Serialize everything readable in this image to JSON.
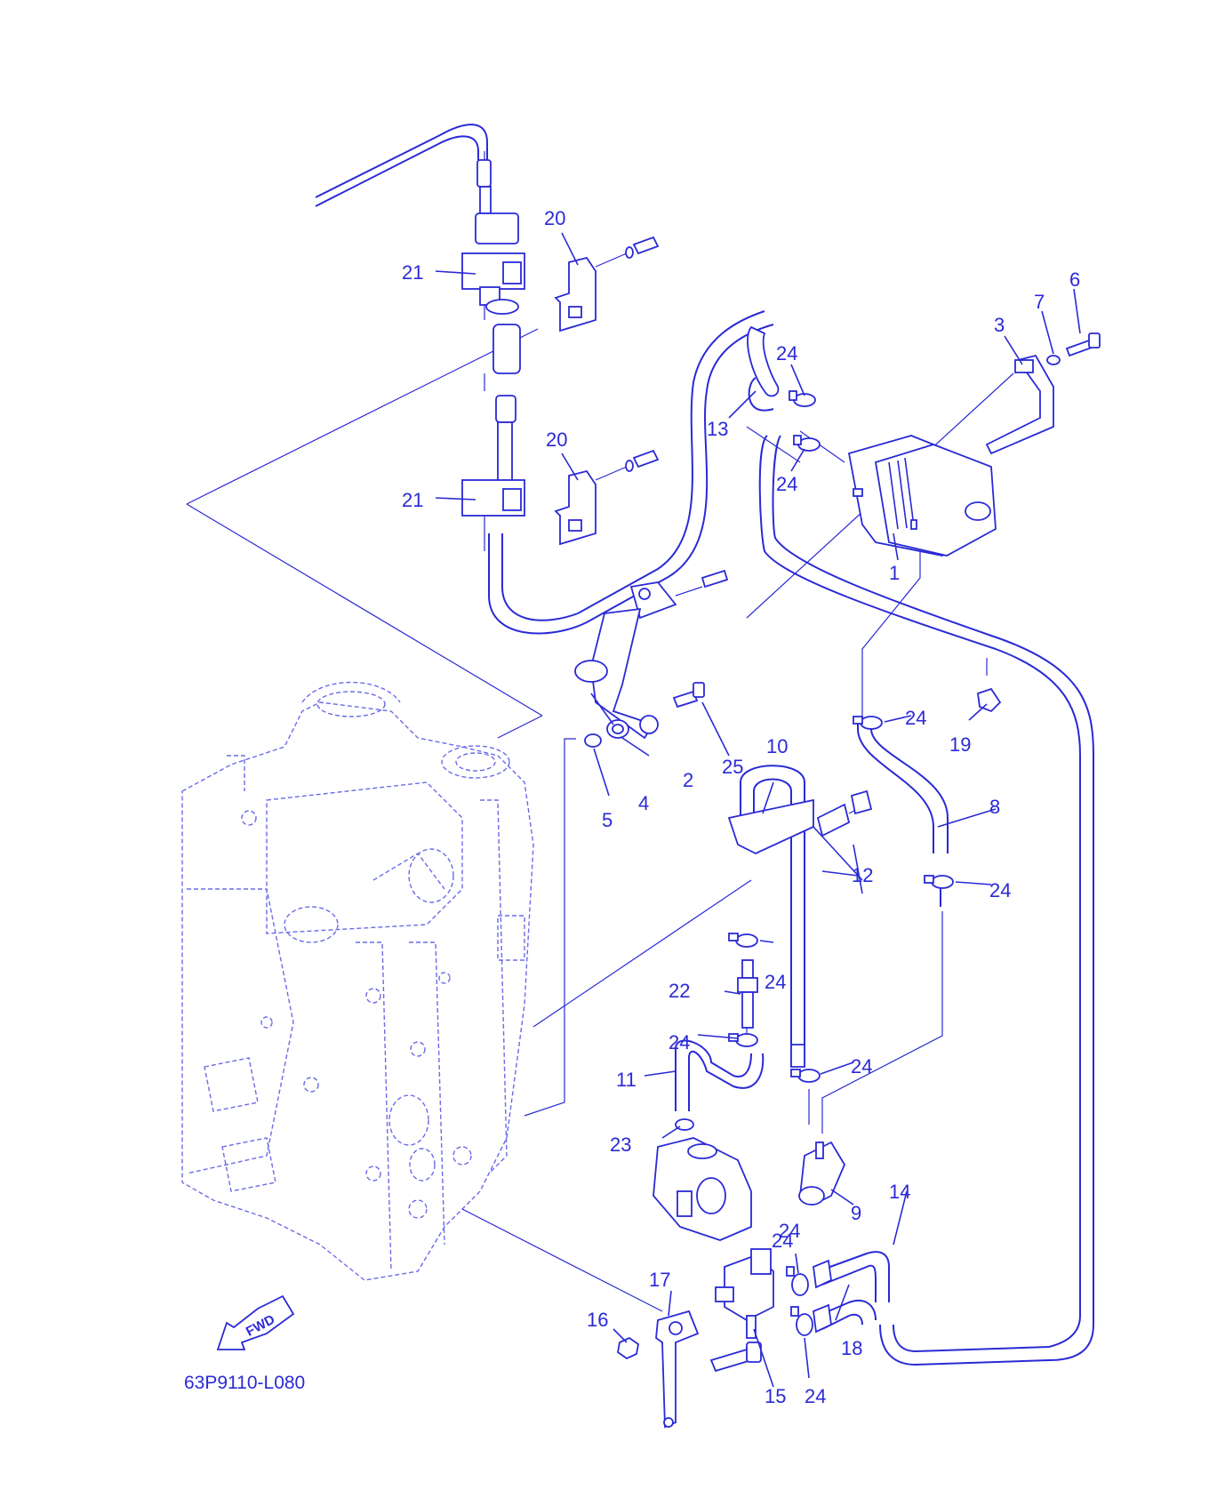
{
  "diagram": {
    "drawing_code": "63P9110-L080",
    "fwd_label": "FWD",
    "line_color": "#2a2ad6",
    "callouts": [
      "1",
      "2",
      "3",
      "4",
      "5",
      "6",
      "7",
      "8",
      "9",
      "10",
      "11",
      "12",
      "13",
      "14",
      "15",
      "16",
      "17",
      "18",
      "19",
      "20",
      "20",
      "21",
      "21",
      "22",
      "23",
      "24",
      "24",
      "24",
      "24",
      "24",
      "24",
      "24",
      "24",
      "24",
      "24",
      "25"
    ]
  }
}
